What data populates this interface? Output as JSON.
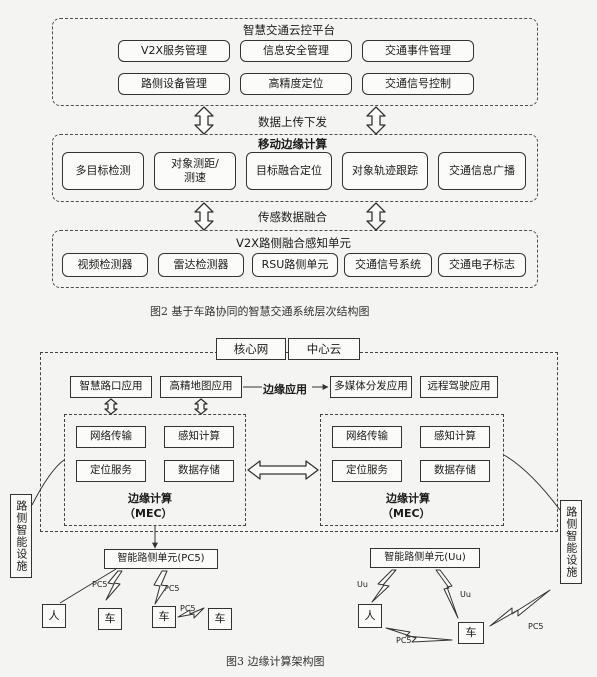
{
  "fig2": {
    "platform": {
      "title": "智慧交通云控平台",
      "items": [
        "V2X服务管理",
        "信息安全管理",
        "交通事件管理",
        "路侧设备管理",
        "高精度定位",
        "交通信号控制"
      ]
    },
    "link_upper": "数据上传下发",
    "edge": {
      "title": "移动边缘计算",
      "items": [
        "多目标检测",
        "对象测距/\n测速",
        "目标融合定位",
        "对象轨迹跟踪",
        "交通信息广播"
      ]
    },
    "link_lower": "传感数据融合",
    "sensing": {
      "title": "V2X路侧融合感知单元",
      "items": [
        "视频检测器",
        "雷达检测器",
        "RSU路侧单元",
        "交通信号系统",
        "交通电子标志"
      ]
    },
    "caption": "图2 基于车路协同的智慧交通系统层次结构图"
  },
  "fig3": {
    "core_net": "核心网",
    "center_cloud": "中心云",
    "edge_apps": {
      "label": "边缘应用",
      "items": [
        "智慧路口应用",
        "高精地图应用",
        "多媒体分发应用",
        "远程驾驶应用"
      ]
    },
    "mec_left": {
      "items": [
        "网络传输",
        "感知计算",
        "定位服务",
        "数据存储"
      ],
      "title": "边缘计算",
      "subtitle": "（MEC）"
    },
    "mec_right": {
      "items": [
        "网络传输",
        "感知计算",
        "定位服务",
        "数据存储"
      ],
      "title": "边缘计算",
      "subtitle": "（MEC）"
    },
    "roadside_left": "路侧智能设施",
    "roadside_right": "路侧智能设施",
    "unit_left": "智能路侧单元(PC5)",
    "unit_right": "智能路侧单元(Uu)",
    "person": "人",
    "car": "车",
    "link_pc5": "PC5",
    "link_uu": "Uu",
    "caption": "图3 边缘计算架构图"
  }
}
